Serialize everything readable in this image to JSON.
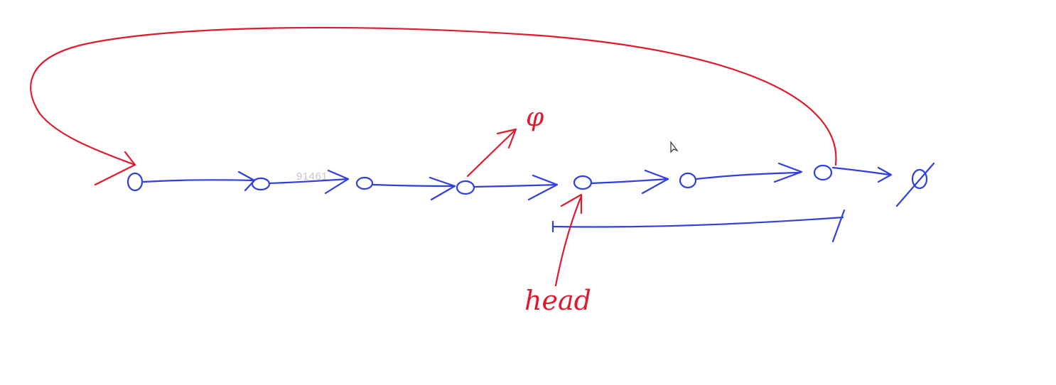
{
  "diagram": {
    "watermark": "91461",
    "head_label": "head",
    "null_symbol": "φ",
    "colors": {
      "list": "#2f3fe0",
      "annotation": "#e0192c"
    },
    "node_symbol": "o",
    "node_count": 7
  }
}
